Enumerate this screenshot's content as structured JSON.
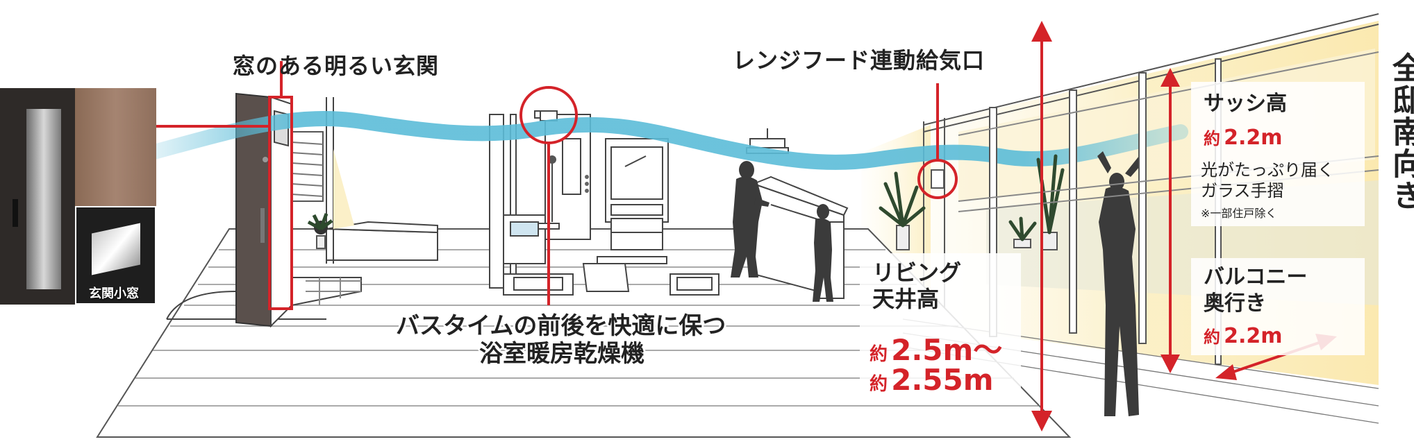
{
  "labels": {
    "entrance": "窓のある明るい玄関",
    "range_hood": "レンジフード連動給気口",
    "bath_line1": "バスタイムの前後を快適に保つ",
    "bath_line2": "浴室暖房乾燥機",
    "entrance_photo_caption": "玄関小窓",
    "south_facing": "全邸南向き"
  },
  "living_ceiling": {
    "title_line1": "リビング",
    "title_line2": "天井高",
    "prefix": "約",
    "value1": "2.5m〜",
    "value2": "2.55m"
  },
  "sash": {
    "title": "サッシ高",
    "prefix": "約",
    "value": "2.2m",
    "desc_line1": "光がたっぷり届く",
    "desc_line2": "ガラス手摺",
    "note": "※一部住戸除く"
  },
  "balcony": {
    "title_line1": "バルコニー",
    "title_line2": "奥行き",
    "prefix": "約",
    "value": "2.2m"
  },
  "colors": {
    "accent_red": "#d42329",
    "airflow_blue": "#5bbcd8",
    "light_yellow": "#fbf0c8",
    "silhouette": "#3b3b3b"
  }
}
